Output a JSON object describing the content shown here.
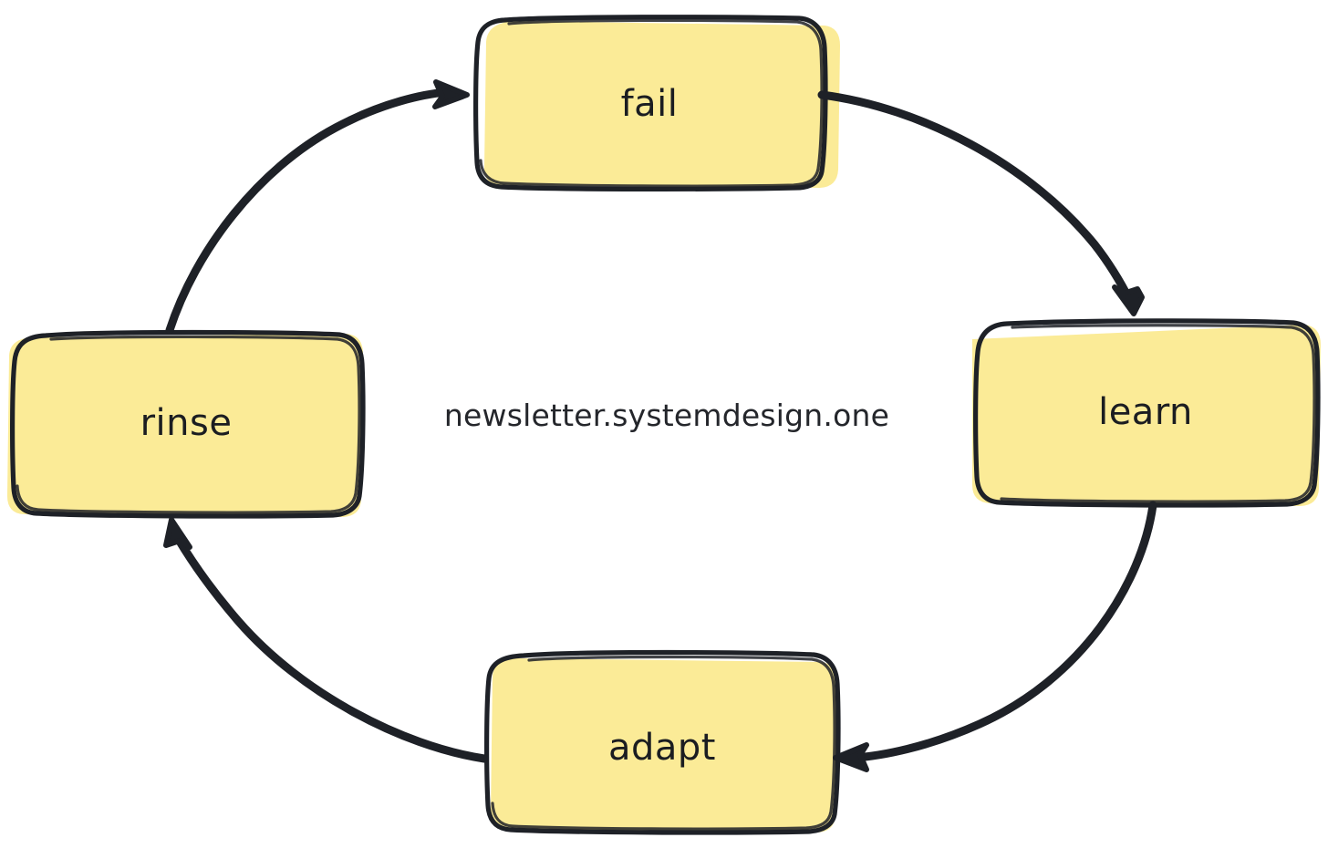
{
  "diagram": {
    "type": "cycle-flowchart",
    "style": "hand-drawn sketch (excalidraw-like)",
    "background_color": "#ffffff",
    "node_fill_color": "#fbeb97",
    "node_stroke_color": "#1e2127",
    "arrow_color": "#1e2127",
    "text_color": "#1b1d21",
    "center_caption": "newsletter.systemdesign.one",
    "nodes": [
      {
        "id": "fail",
        "label": "fail",
        "position": "top"
      },
      {
        "id": "learn",
        "label": "learn",
        "position": "right"
      },
      {
        "id": "adapt",
        "label": "adapt",
        "position": "bottom"
      },
      {
        "id": "rinse",
        "label": "rinse",
        "position": "left"
      }
    ],
    "edges": [
      {
        "id": "fail-to-learn",
        "from": "fail",
        "to": "learn",
        "label": ""
      },
      {
        "id": "learn-to-adapt",
        "from": "learn",
        "to": "adapt",
        "label": ""
      },
      {
        "id": "adapt-to-rinse",
        "from": "adapt",
        "to": "rinse",
        "label": ""
      },
      {
        "id": "rinse-to-fail",
        "from": "rinse",
        "to": "fail",
        "label": ""
      }
    ]
  }
}
